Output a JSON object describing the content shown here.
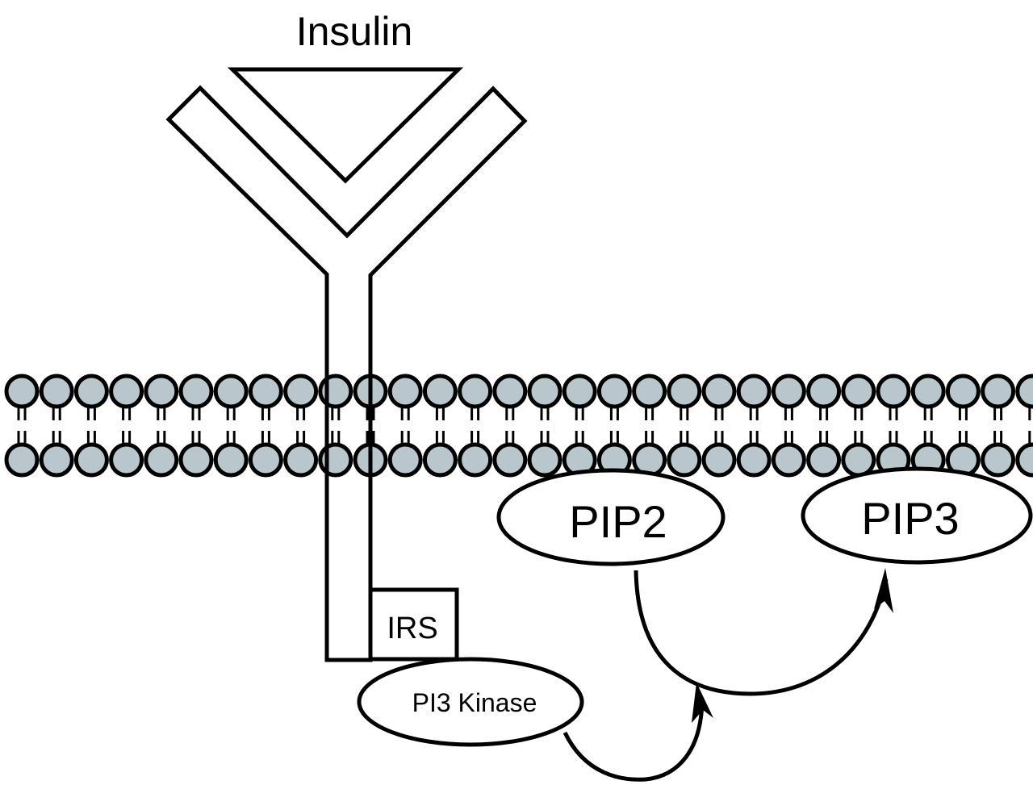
{
  "diagram": {
    "title": "Insulin signaling via PI3 Kinase",
    "ligand_label": "Insulin",
    "adaptor_label": "IRS",
    "enzyme_label": "PI3 Kinase",
    "substrate_label": "PIP2",
    "product_label": "PIP3",
    "membrane": {
      "lipid_count": 30,
      "layers": 2,
      "head_color": "#b9c6cc",
      "outline_color": "#000000"
    },
    "edges": [
      {
        "from": "PI3 Kinase",
        "to": "PIP2-PIP3 conversion",
        "type": "catalyzes"
      },
      {
        "from": "PIP2",
        "to": "PIP3",
        "type": "converts"
      }
    ]
  }
}
